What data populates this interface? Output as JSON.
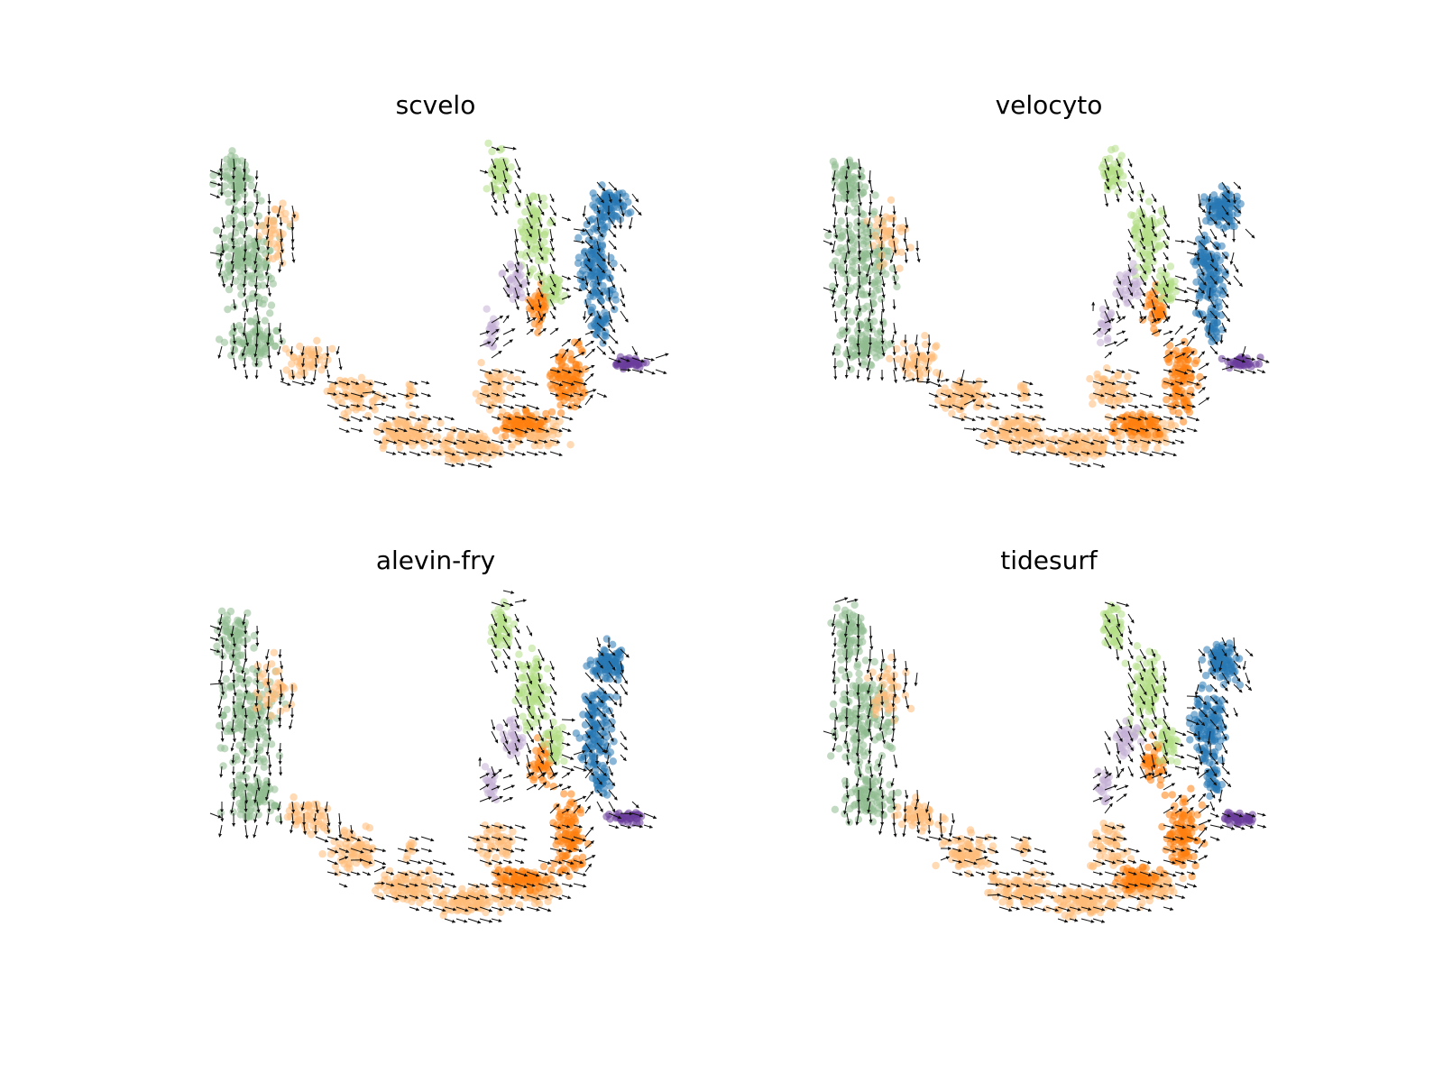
{
  "figure": {
    "panels": [
      {
        "title": "scvelo"
      },
      {
        "title": "velocyto"
      },
      {
        "title": "alevin-fry"
      },
      {
        "title": "tidesurf"
      }
    ]
  },
  "chart_data": [
    {
      "type": "scatter",
      "title": "scvelo",
      "axes": "off",
      "grid": false,
      "legend": "none",
      "overlay": "velocity-stream-grid-arrows",
      "cluster_colors": [
        "#8fbc8f",
        "#ffbb78",
        "#b5de87",
        "#2878b5",
        "#ff7f0e",
        "#c5b0d5",
        "#6a3d9a"
      ]
    },
    {
      "type": "scatter",
      "title": "velocyto",
      "axes": "off",
      "grid": false,
      "legend": "none",
      "overlay": "velocity-stream-grid-arrows",
      "cluster_colors": [
        "#8fbc8f",
        "#ffbb78",
        "#b5de87",
        "#2878b5",
        "#ff7f0e",
        "#c5b0d5",
        "#6a3d9a"
      ]
    },
    {
      "type": "scatter",
      "title": "alevin-fry",
      "axes": "off",
      "grid": false,
      "legend": "none",
      "overlay": "velocity-stream-grid-arrows",
      "cluster_colors": [
        "#8fbc8f",
        "#ffbb78",
        "#b5de87",
        "#2878b5",
        "#ff7f0e",
        "#c5b0d5",
        "#6a3d9a"
      ]
    },
    {
      "type": "scatter",
      "title": "tidesurf",
      "axes": "off",
      "grid": false,
      "legend": "none",
      "overlay": "velocity-stream-grid-arrows",
      "cluster_colors": [
        "#8fbc8f",
        "#ffbb78",
        "#b5de87",
        "#2878b5",
        "#ff7f0e",
        "#c5b0d5",
        "#6a3d9a"
      ]
    }
  ]
}
